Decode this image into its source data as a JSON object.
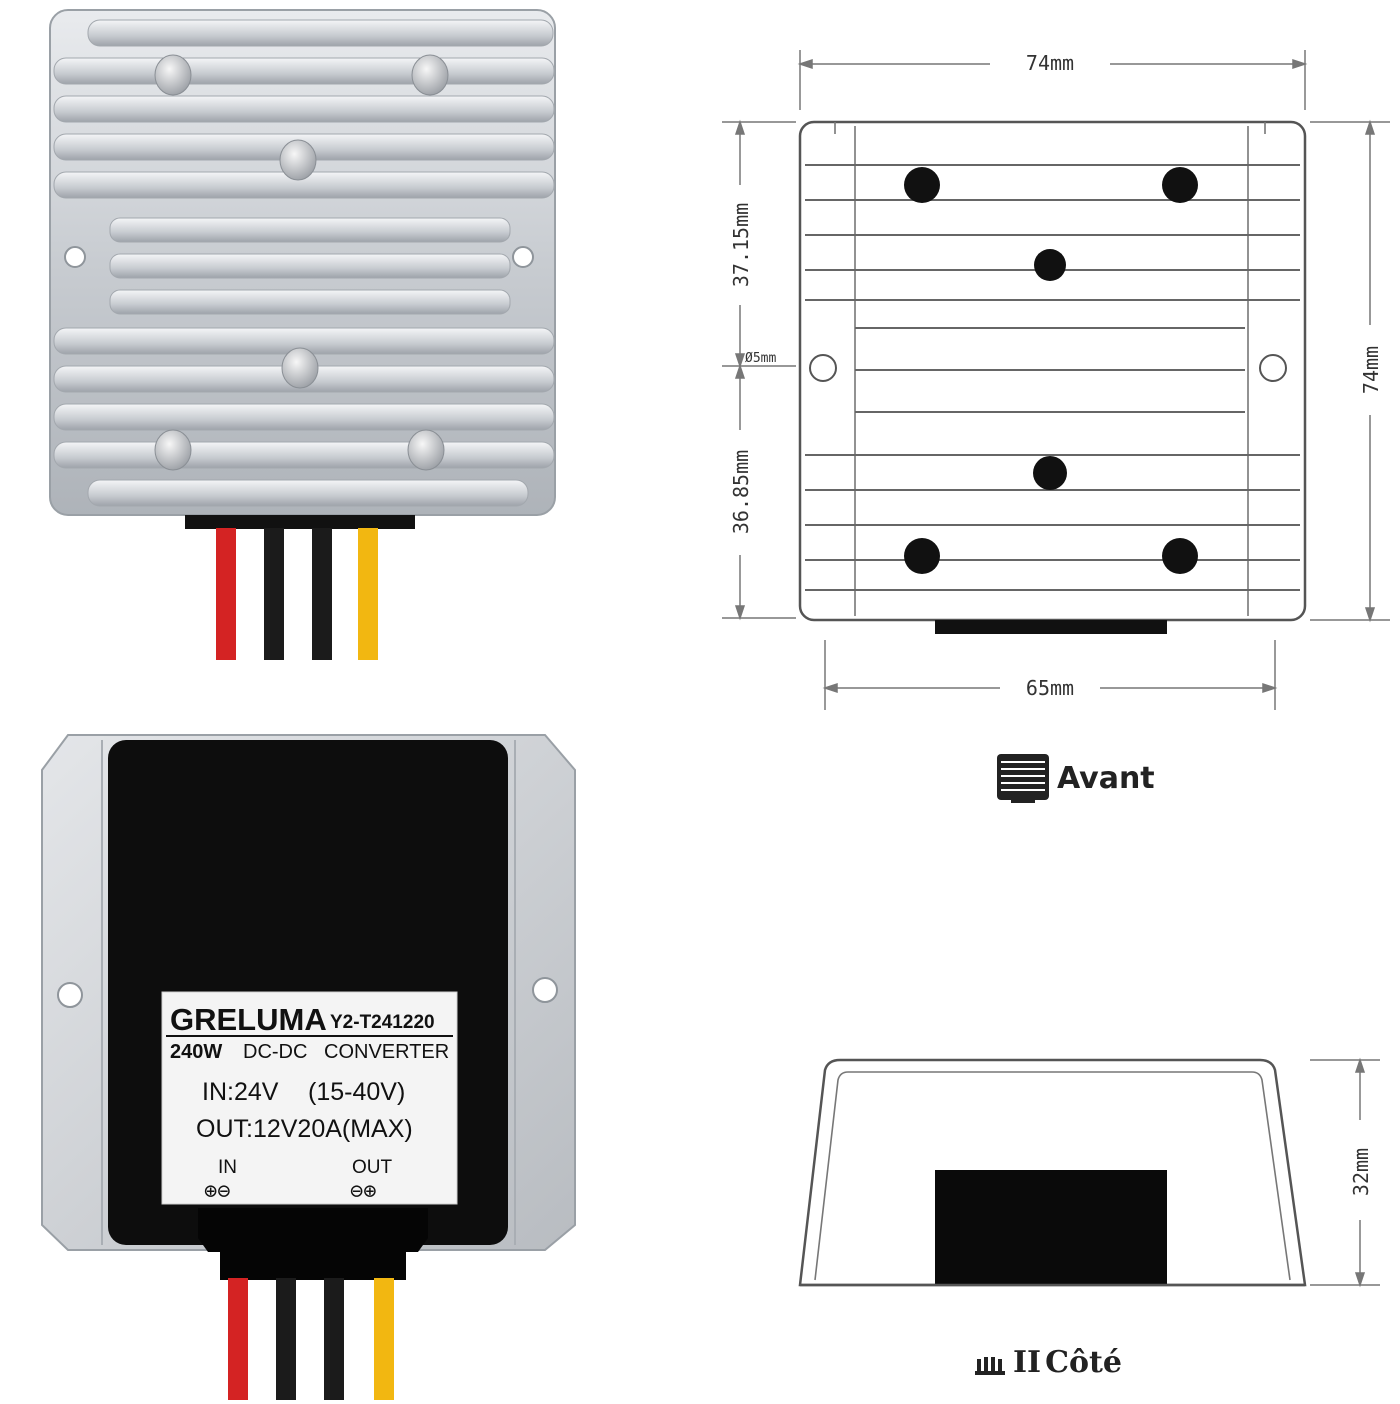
{
  "diagrams": {
    "front_view": {
      "width_label": "74mm",
      "height_label": "74mm",
      "top_offset_label": "37.15mm",
      "bottom_offset_label": "36.85mm",
      "hole_label": "Ø5mm",
      "bottom_width_label": "65mm",
      "caption": "Avant",
      "caption_icon": "heatsink-front-icon"
    },
    "side_view": {
      "height_label": "32mm",
      "caption_prefix": "II",
      "caption": "Côté",
      "caption_icon": "heatsink-side-icon"
    }
  },
  "product": {
    "brand": "GRELUMA",
    "model": "Y2-T241220",
    "power": "240W",
    "type_a": "DC-DC",
    "type_b": "CONVERTER",
    "input_spec": "IN:24V",
    "input_range": "(15-40V)",
    "output_spec": "OUT:12V20A(MAX)",
    "in_label": "IN",
    "in_polarity": "⊕⊖",
    "out_label": "OUT",
    "out_polarity": "⊖⊕"
  },
  "colors": {
    "aluminium": "#c9ccd0",
    "black_housing": "#0d0d0d",
    "wire_red": "#d42323",
    "wire_black": "#1b1b1b",
    "wire_yellow": "#f2b711"
  }
}
